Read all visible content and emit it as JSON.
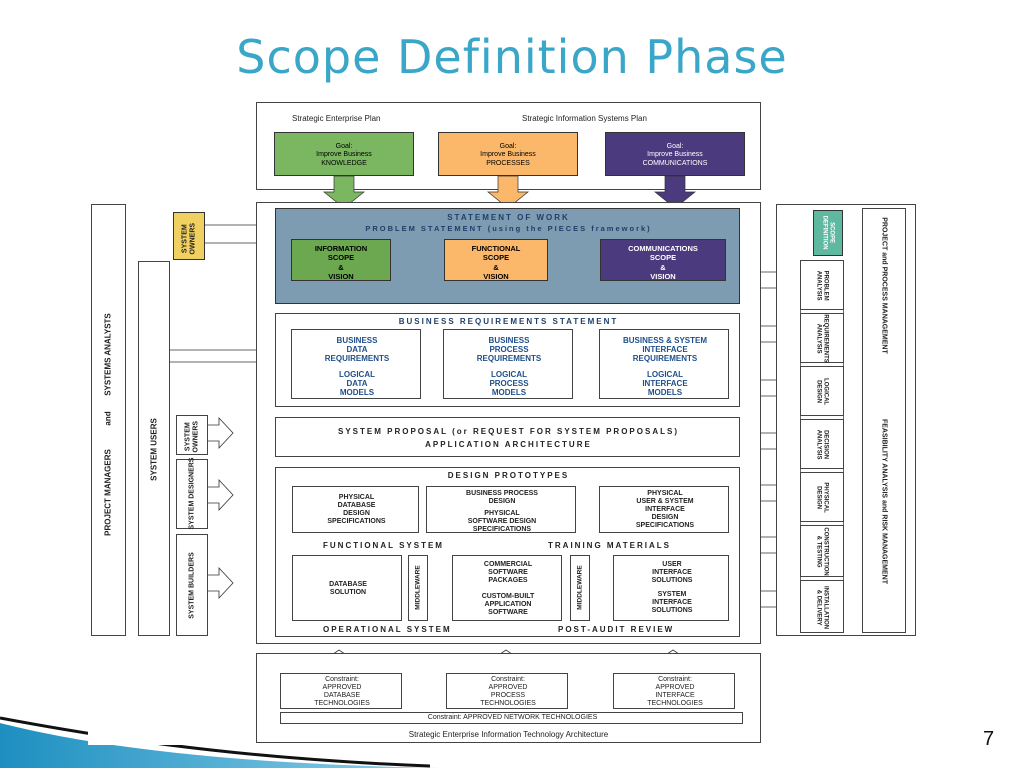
{
  "slide": {
    "title": "Scope Definition Phase",
    "page_number": "7"
  },
  "top": {
    "strategic_enterprise_plan": "Strategic Enterprise Plan",
    "strategic_is_plan": "Strategic Information Systems Plan",
    "goals": [
      {
        "text": "Goal:\nImprove Business\nKNOWLEDGE",
        "color": "#7bb661"
      },
      {
        "text": "Goal:\nImprove Business\nPROCESSES",
        "color": "#fbb86a"
      },
      {
        "text": "Goal:\nImprove Business\nCOMMUNICATIONS",
        "color": "#4b3a7e"
      }
    ]
  },
  "left": {
    "project_managers": "PROJECT MANAGERS",
    "and": "and",
    "systems_analysts": "SYSTEMS ANALYSTS",
    "system_owners_tag": "SYSTEM\nOWNERS",
    "system_users": "SYSTEM USERS",
    "system_owners": "SYSTEM\nOWNERS",
    "system_designers": "SYSTEM DESIGNERS",
    "system_builders": "SYSTEM BUILDERS"
  },
  "sow": {
    "title": "STATEMENT OF WORK",
    "subtitle": "PROBLEM STATEMENT (using the PIECES framework)",
    "scopes": [
      {
        "text": "INFORMATION\nSCOPE\n&\nVISION",
        "color": "#6ba84f"
      },
      {
        "text": "FUNCTIONAL\nSCOPE\n&\nVISION",
        "color": "#fbb86a"
      },
      {
        "text": "COMMUNICATIONS\nSCOPE\n&\nVISION",
        "color": "#4b3a7e"
      }
    ]
  },
  "brs": {
    "title": "BUSINESS REQUIREMENTS STATEMENT",
    "cols": [
      {
        "req": "BUSINESS\nDATA\nREQUIREMENTS",
        "model": "LOGICAL\nDATA\nMODELS"
      },
      {
        "req": "BUSINESS\nPROCESS\nREQUIREMENTS",
        "model": "LOGICAL\nPROCESS\nMODELS"
      },
      {
        "req": "BUSINESS & SYSTEM\nINTERFACE\nREQUIREMENTS",
        "model": "LOGICAL\nINTERFACE\nMODELS"
      }
    ]
  },
  "proposal": {
    "line1": "SYSTEM PROPOSAL (or REQUEST FOR SYSTEM PROPOSALS)",
    "line2": "APPLICATION ARCHITECTURE"
  },
  "design": {
    "title": "DESIGN PROTOTYPES",
    "physical_db": "PHYSICAL\nDATABASE\nDESIGN\nSPECIFICATIONS",
    "bp_design": "BUSINESS PROCESS\nDESIGN",
    "physical_sw": "PHYSICAL\nSOFTWARE DESIGN\nSPECIFICATIONS",
    "physical_ui": "PHYSICAL\nUSER & SYSTEM\nINTERFACE\nDESIGN\nSPECIFICATIONS",
    "functional_system": "FUNCTIONAL SYSTEM",
    "training_materials": "TRAINING MATERIALS",
    "database_solution": "DATABASE\nSOLUTION",
    "middleware": "MIDDLEWARE",
    "commercial": "COMMERCIAL\nSOFTWARE\nPACKAGES",
    "custom": "CUSTOM-BUILT\nAPPLICATION\nSOFTWARE",
    "ui_solutions": "USER\nINTERFACE\nSOLUTIONS",
    "si_solutions": "SYSTEM\nINTERFACE\nSOLUTIONS",
    "operational_system": "OPERATIONAL SYSTEM",
    "post_audit": "POST-AUDIT REVIEW"
  },
  "right": {
    "scope_definition": "SCOPE\nDEFINITION",
    "phases": [
      "PROBLEM\nANALYSIS",
      "REQUIREMENTS\nANALYSIS",
      "LOGICAL\nDESIGN",
      "DECISION\nANALYSIS",
      "PHYSICAL\nDESIGN",
      "CONSTRUCTION\n& TESTING",
      "INSTALLATION\n& DELIVERY"
    ],
    "project_process_mgmt": "PROJECT and PROCESS MANAGEMENT",
    "feasibility": "FEASIBILITY ANALYSIS and RISK MANAGEMENT"
  },
  "bottom": {
    "constraints": [
      "Constraint:\nAPPROVED\nDATABASE\nTECHNOLOGIES",
      "Constraint:\nAPPROVED\nPROCESS\nTECHNOLOGIES",
      "Constraint:\nAPPROVED\nINTERFACE\nTECHNOLOGIES"
    ],
    "network": "Constraint: APPROVED NETWORK TECHNOLOGIES",
    "architecture": "Strategic Enterprise Information Technology Architecture"
  },
  "colors": {
    "title": "#3aa6c8",
    "sow_panel": "#7d9bb1",
    "scope_teal": "#5fb8a0",
    "owners_yellow": "#f0d060"
  }
}
